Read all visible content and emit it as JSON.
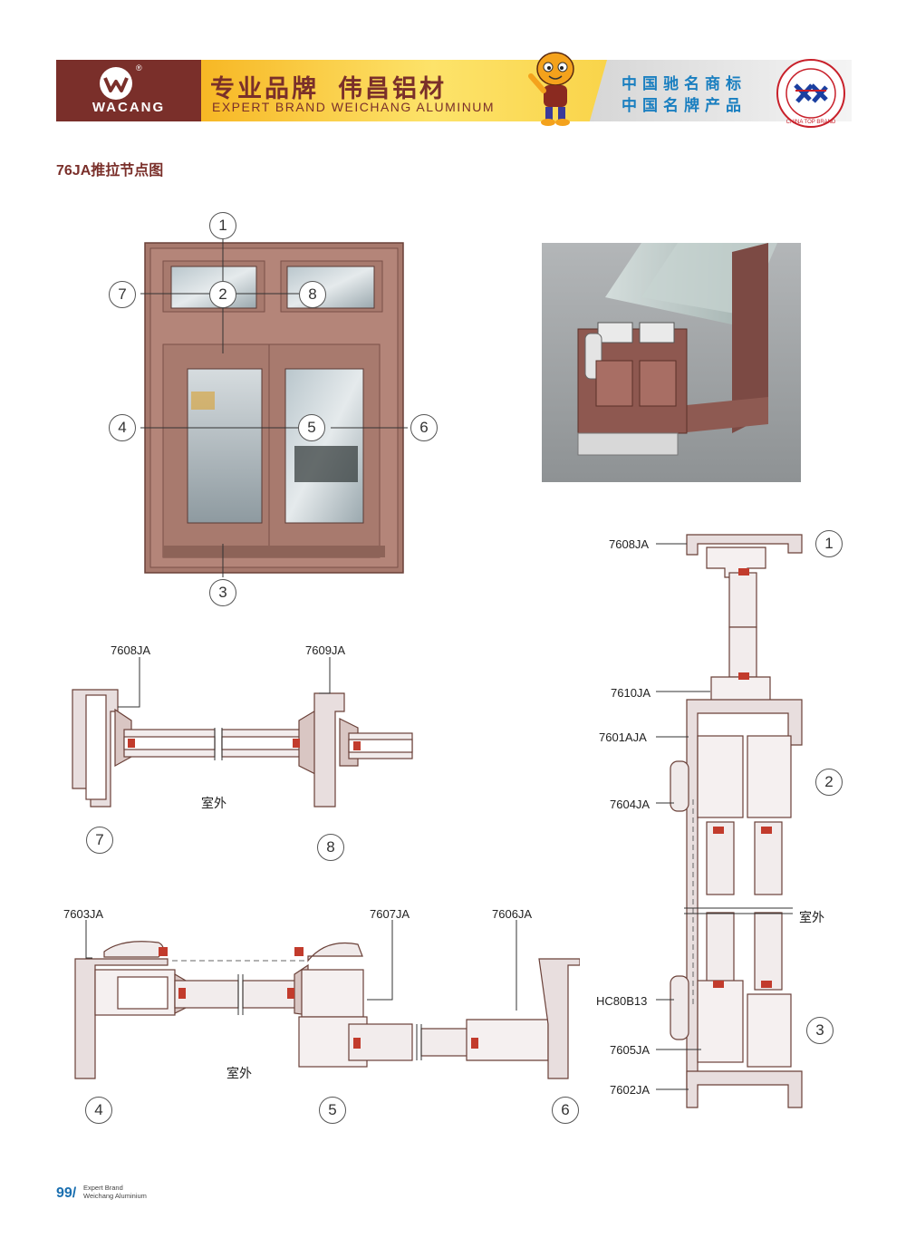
{
  "header": {
    "brand_name": "WACANG",
    "registered_mark": "®",
    "slogan_cn": "专业品牌  伟昌铝材",
    "slogan_en": "EXPERT BRAND WEICHANG ALUMINUM",
    "award_line1": "中国驰名商标",
    "award_line2": "中国名牌产品",
    "seal_text": "CHINA TOP BRAND",
    "colors": {
      "brand": "#7a2f2a",
      "accent_yellow": "#f6b21c",
      "award_blue": "#1a7fc0"
    }
  },
  "page_title": "76JA推拉节点图",
  "node_markers": [
    "1",
    "2",
    "3",
    "4",
    "5",
    "6",
    "7",
    "8"
  ],
  "part_labels": {
    "p7608_left": "7608JA",
    "p7609": "7609JA",
    "p7603": "7603JA",
    "p7607": "7607JA",
    "p7606": "7606JA",
    "p7608_right": "7608JA",
    "p7610": "7610JA",
    "p7601a": "7601AJA",
    "p7604": "7604JA",
    "phc80b13": "HC80B13",
    "p7605": "7605JA",
    "p7602": "7602JA"
  },
  "outdoor_label": "室外",
  "footer": {
    "page_number": "99/",
    "line1": "Expert Brand",
    "line2": "Weichang Aluminium"
  }
}
